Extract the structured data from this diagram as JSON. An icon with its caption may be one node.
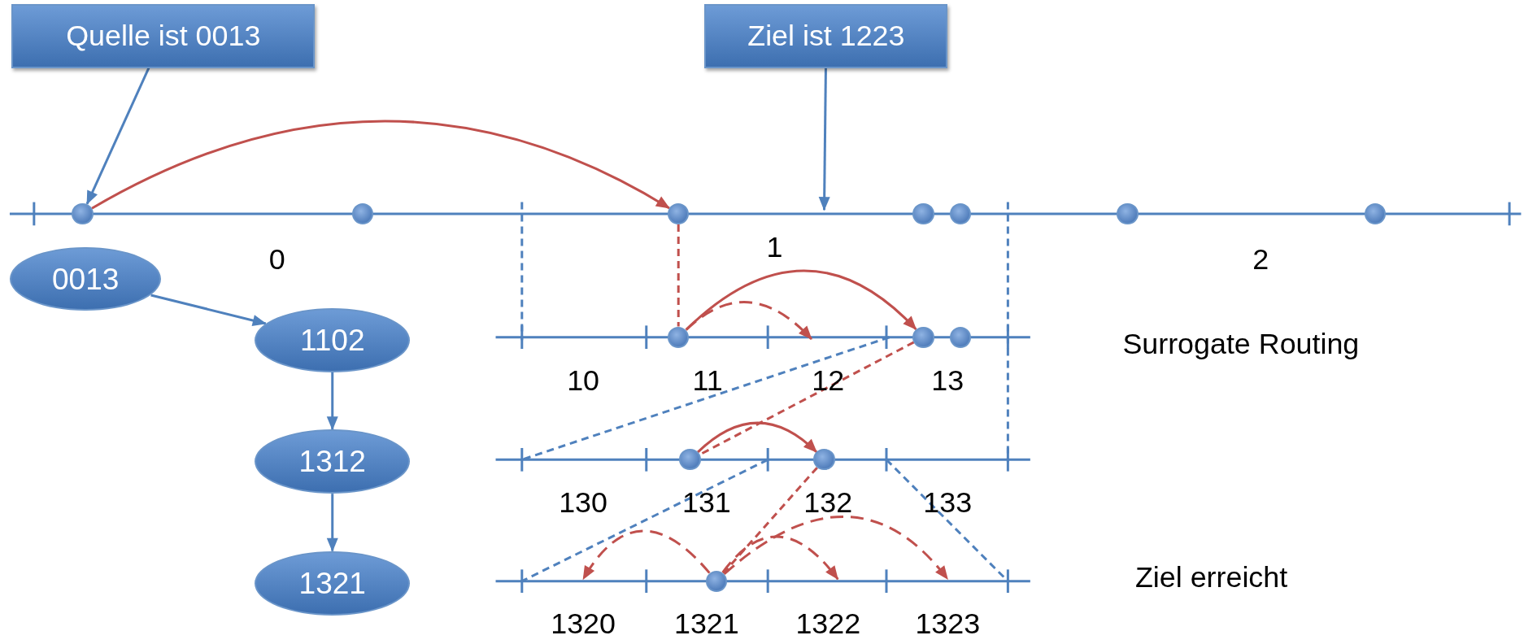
{
  "diagram": {
    "nodes": [
      {
        "text": [
          "Quelle ist 0013"
        ]
      },
      {
        "text": [
          "Ziel ist 1223"
        ]
      },
      {
        "text": [
          "0013"
        ]
      },
      {
        "text": [
          "1102"
        ]
      },
      {
        "text": [
          "1312"
        ]
      },
      {
        "text": [
          "1321"
        ]
      },
      {
        "text": [],
        "shape": "circle"
      },
      {
        "text": [],
        "shape": "circle"
      },
      {
        "text": [],
        "shape": "circle"
      },
      {
        "text": [],
        "shape": "circle"
      },
      {
        "text": [],
        "shape": "circle"
      },
      {
        "text": [],
        "shape": "circle"
      },
      {
        "text": [],
        "shape": "circle"
      },
      {
        "text": [],
        "shape": "circle"
      },
      {
        "text": [],
        "shape": "circle"
      },
      {
        "text": [],
        "shape": "circle"
      },
      {
        "text": [],
        "shape": "circle"
      },
      {
        "text": [],
        "shape": "circle"
      },
      {
        "text": [],
        "shape": "circle"
      }
    ],
    "edges": [
      {
        "from": 0,
        "to": 6,
        "arrow": "to",
        "color": "#4f81bd"
      },
      {
        "from": 1,
        "to": null,
        "arrow": "to",
        "color": "#4f81bd"
      },
      {
        "from": 2,
        "to": 3,
        "arrow": "to",
        "color": "#4f81bd"
      },
      {
        "from": 3,
        "to": 4,
        "arrow": "to",
        "color": "#4f81bd"
      },
      {
        "from": 4,
        "to": 5,
        "arrow": "to",
        "color": "#4f81bd"
      },
      {
        "from": 6,
        "to": 8,
        "arrow": "to"
      },
      {
        "from": 8,
        "to": 13,
        "arrow": "none",
        "style": "dashed"
      },
      {
        "from": 13,
        "to": 14,
        "arrow": "to"
      },
      {
        "from": 13,
        "to": null,
        "arrow": "to",
        "style": "dashed"
      },
      {
        "from": 14,
        "to": 16,
        "arrow": "none",
        "style": "dashed"
      },
      {
        "from": 16,
        "to": 17,
        "arrow": "to"
      },
      {
        "from": 17,
        "to": 18,
        "arrow": "none",
        "style": "dashed"
      },
      {
        "from": 18,
        "to": null,
        "arrow": "to",
        "style": "dashed"
      },
      {
        "from": 18,
        "to": null,
        "arrow": "to",
        "style": "dashed"
      },
      {
        "from": 18,
        "to": null,
        "arrow": "to",
        "style": "dashed"
      }
    ],
    "labels": [
      "0",
      "1",
      "2",
      "10",
      "11",
      "12",
      "13",
      "Surrogate Routing",
      "130",
      "131",
      "132",
      "133",
      "1320",
      "1321",
      "1322",
      "1323",
      "Ziel erreicht"
    ]
  }
}
